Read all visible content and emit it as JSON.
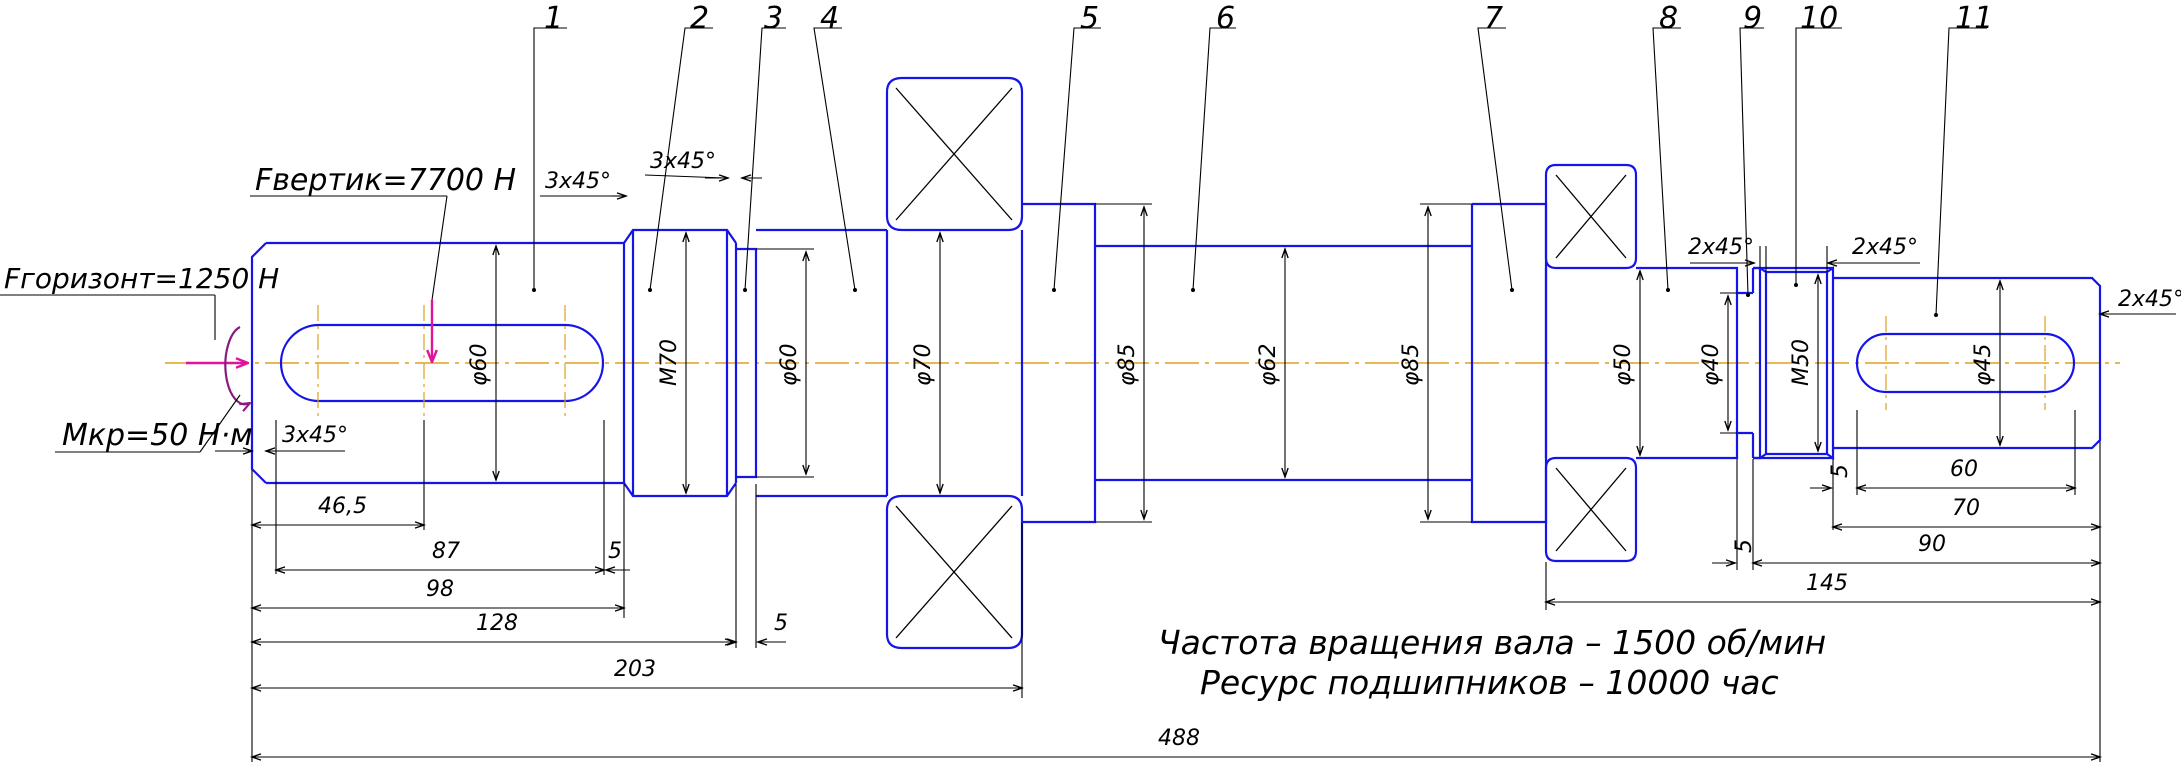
{
  "labels": {
    "f_vertical": "Fвертик=7700 Н",
    "f_horizontal": "Fгоризонт=1250 Н",
    "torque": "Мкр=50 Н·м",
    "rotation_speed": "Частота вращения вала – 1500 об/мин",
    "bearing_life": "Ресурс подшипников – 10000 час"
  },
  "section_numbers": [
    "1",
    "2",
    "3",
    "4",
    "5",
    "6",
    "7",
    "8",
    "9",
    "10",
    "11"
  ],
  "diameters": [
    "φ60",
    "M70",
    "φ60",
    "φ70",
    "φ85",
    "φ62",
    "φ85",
    "φ50",
    "φ40",
    "M50",
    "φ45"
  ],
  "chamfers": [
    "3х45°",
    "3х45°",
    "3х45°",
    "2х45°",
    "2х45°",
    "2х45°"
  ],
  "lengths": [
    "46,5",
    "87",
    "5",
    "98",
    "128",
    "5",
    "203",
    "488",
    "5",
    "60",
    "5",
    "70",
    "90",
    "145"
  ],
  "colors": {
    "shaft_outline": "#1515e8",
    "axis_line": "#e0a020",
    "force_arrow": "#e0149a",
    "torque_arrow": "#8a1a7e"
  }
}
